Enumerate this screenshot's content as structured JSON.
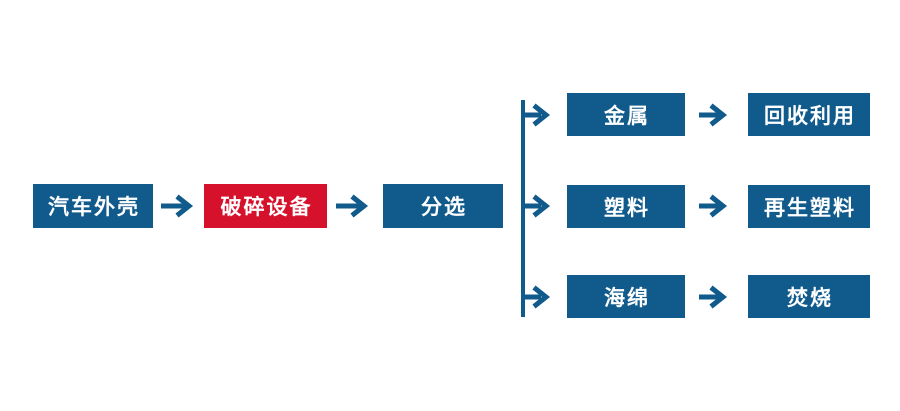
{
  "colors": {
    "node_blue": "#105a8c",
    "node_red": "#d6112c",
    "node_text": "#ffffff",
    "connector": "#105a8c",
    "page_bg": "#ffffff"
  },
  "diagram": {
    "type": "flowchart",
    "main_flow": [
      {
        "id": "car-shell",
        "label": "汽车外壳",
        "color": "blue"
      },
      {
        "id": "crushing-equipment",
        "label": "破碎设备",
        "color": "red"
      },
      {
        "id": "sorting",
        "label": "分选",
        "color": "blue"
      }
    ],
    "branches": [
      {
        "material": "金属",
        "outcome": "回收利用"
      },
      {
        "material": "塑料",
        "outcome": "再生塑料"
      },
      {
        "material": "海绵",
        "outcome": "焚烧"
      }
    ]
  }
}
